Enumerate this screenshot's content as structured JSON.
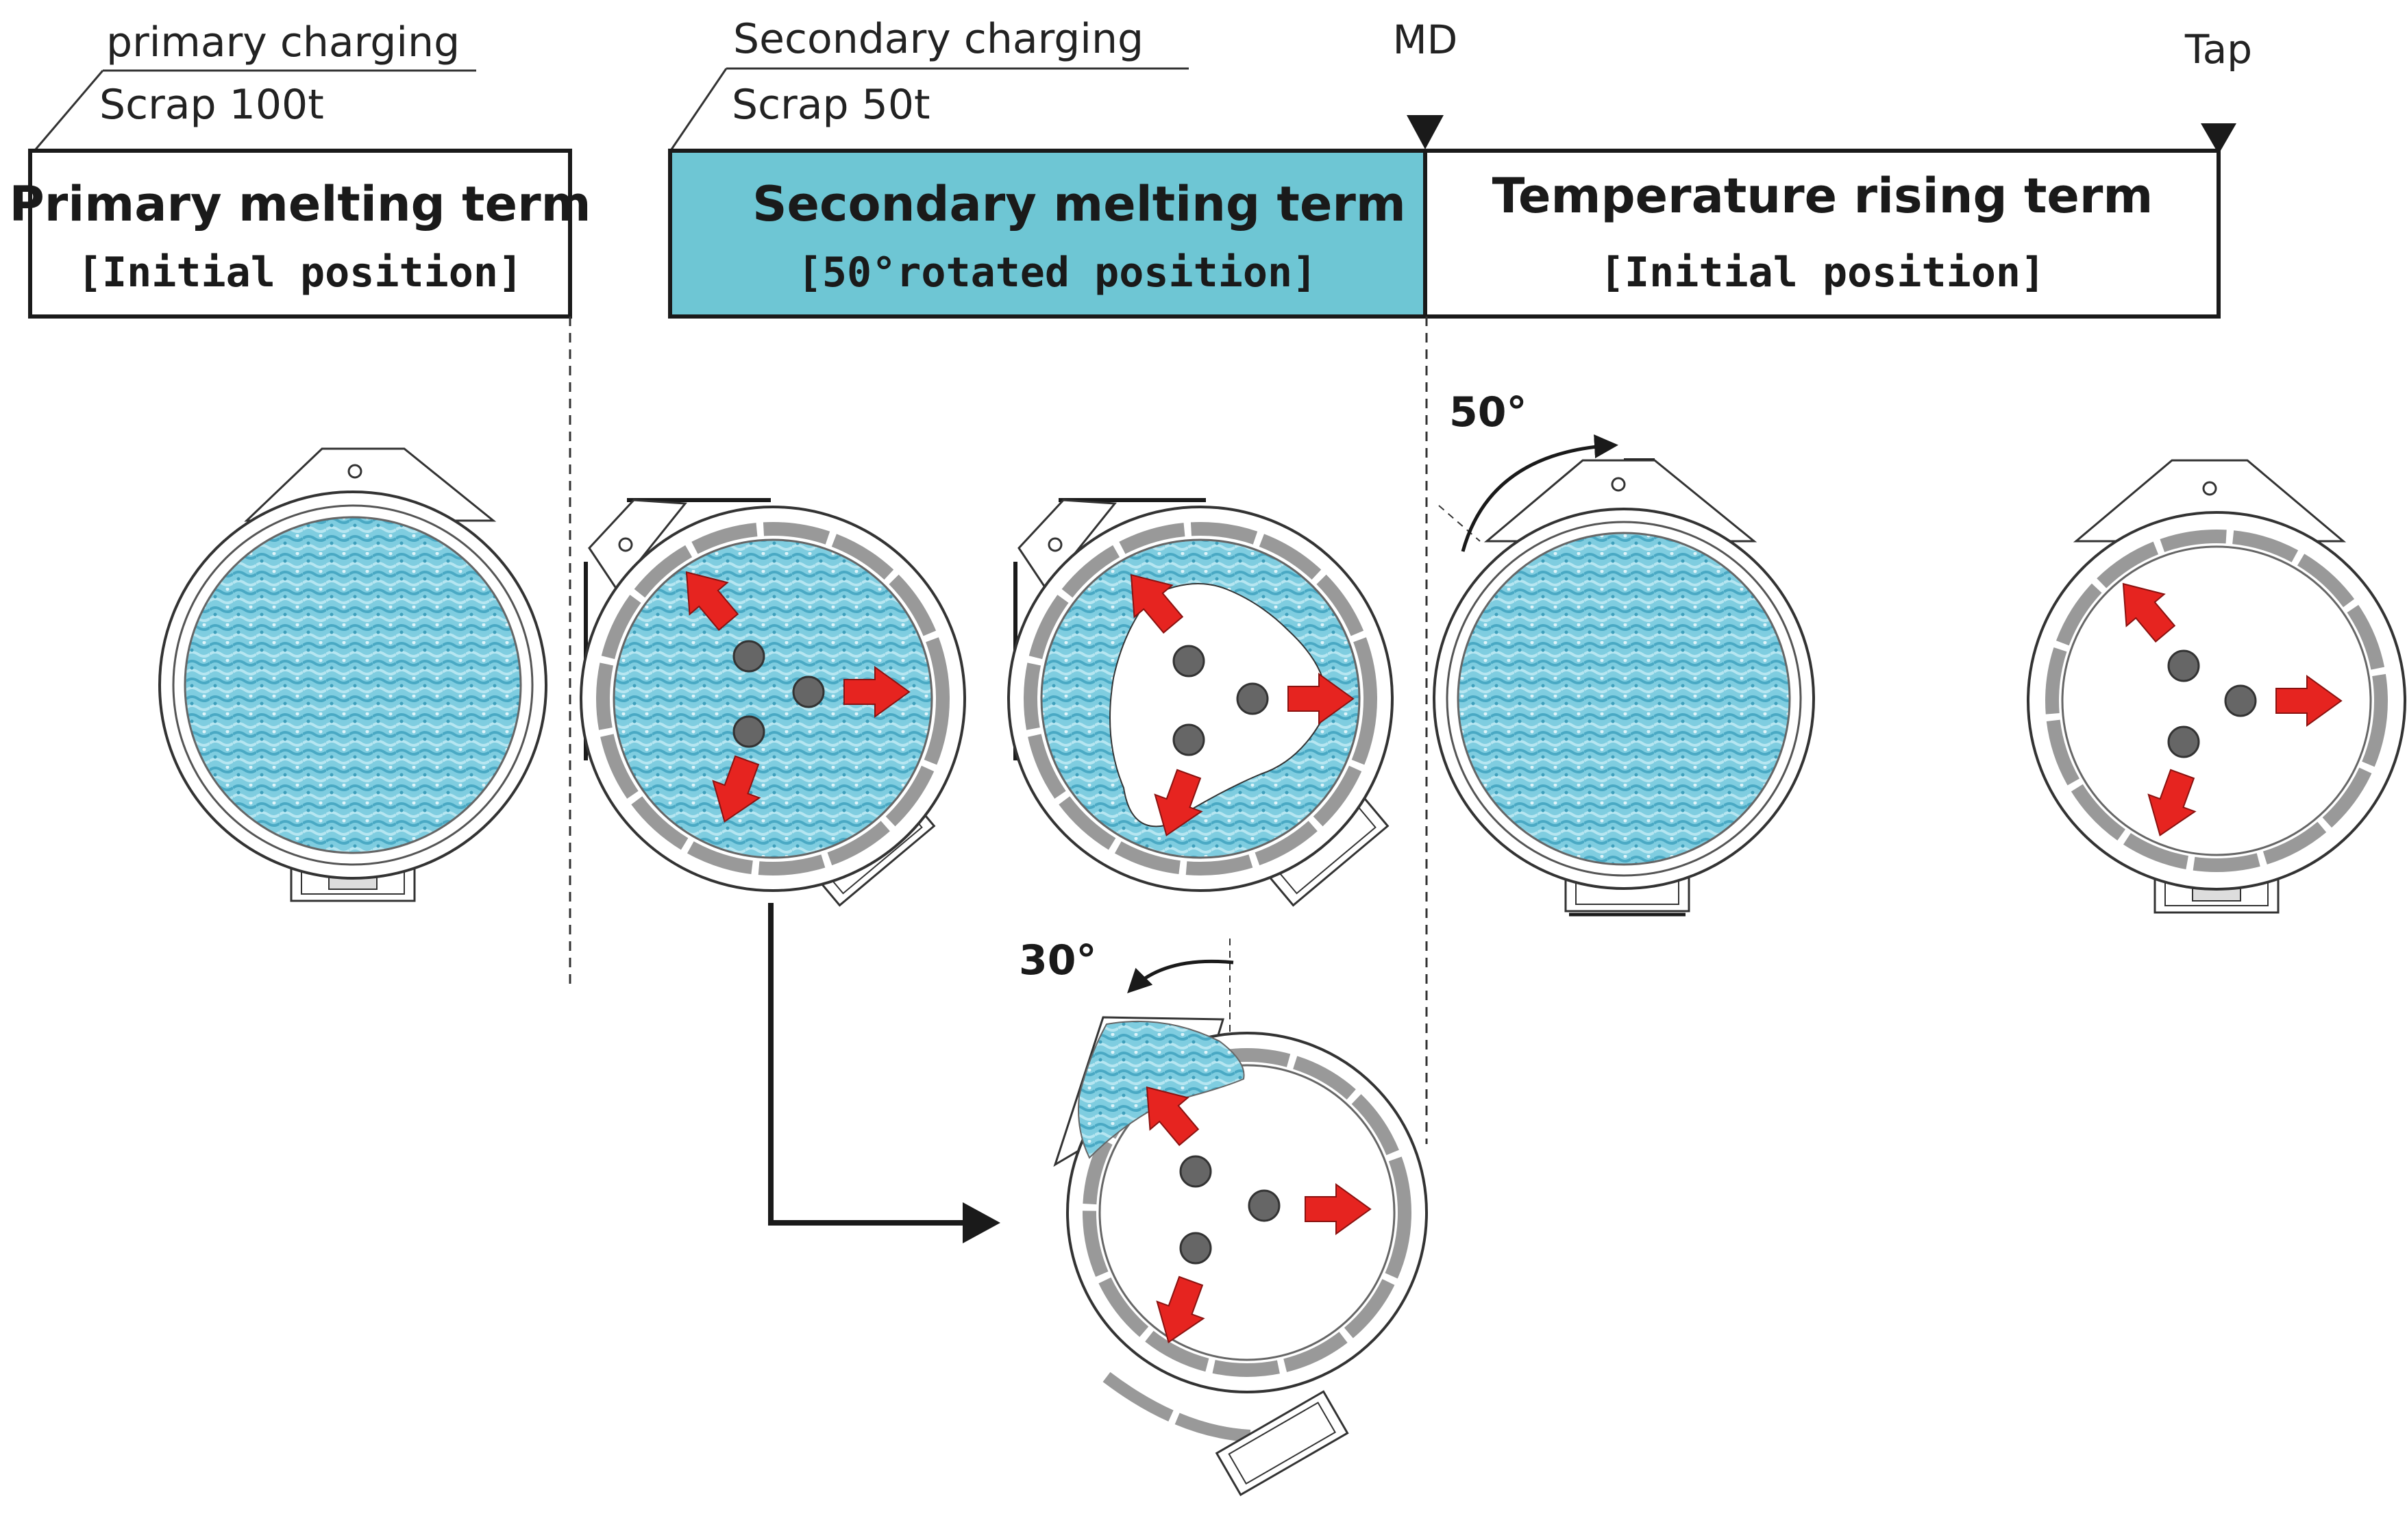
{
  "charging": {
    "primary": {
      "title": "primary charging",
      "amount": "Scrap 100t"
    },
    "secondary": {
      "title": "Secondary charging",
      "amount": "Scrap 50t"
    }
  },
  "markers": {
    "md": "MD",
    "tap": "Tap"
  },
  "terms": {
    "primary": {
      "title": "Primary melting term",
      "position": "[Initial position]"
    },
    "secondary": {
      "title": "Secondary melting term",
      "position": "[50°rotated position]",
      "fill": "#6ec6d4"
    },
    "temperature": {
      "title": "Temperature rising term",
      "position": "[Initial position]"
    }
  },
  "rotations": {
    "forward": "50°",
    "tilt": "30°"
  },
  "colors": {
    "scrap": "#7fcde0",
    "arrow": "#e62420",
    "electrode": "#666666",
    "outline": "#333333"
  }
}
